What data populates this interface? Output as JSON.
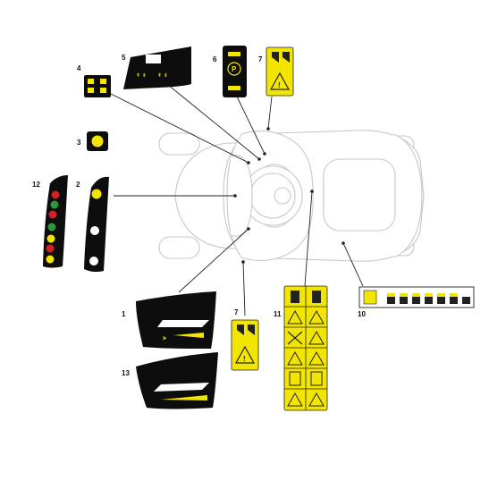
{
  "callouts": {
    "c1": "1",
    "c2": "2",
    "c3": "3",
    "c4": "4",
    "c5": "5",
    "c6": "6",
    "c7a": "7",
    "c7b": "7",
    "c10": "10",
    "c11": "11",
    "c12": "12",
    "c13": "13"
  },
  "colors": {
    "decal_yellow": "#f2e600",
    "decal_black": "#0d0d0d",
    "outline_gray": "#c8c8c8",
    "green": "#2a9a3a",
    "red": "#d42020",
    "orange": "#f08a10"
  }
}
